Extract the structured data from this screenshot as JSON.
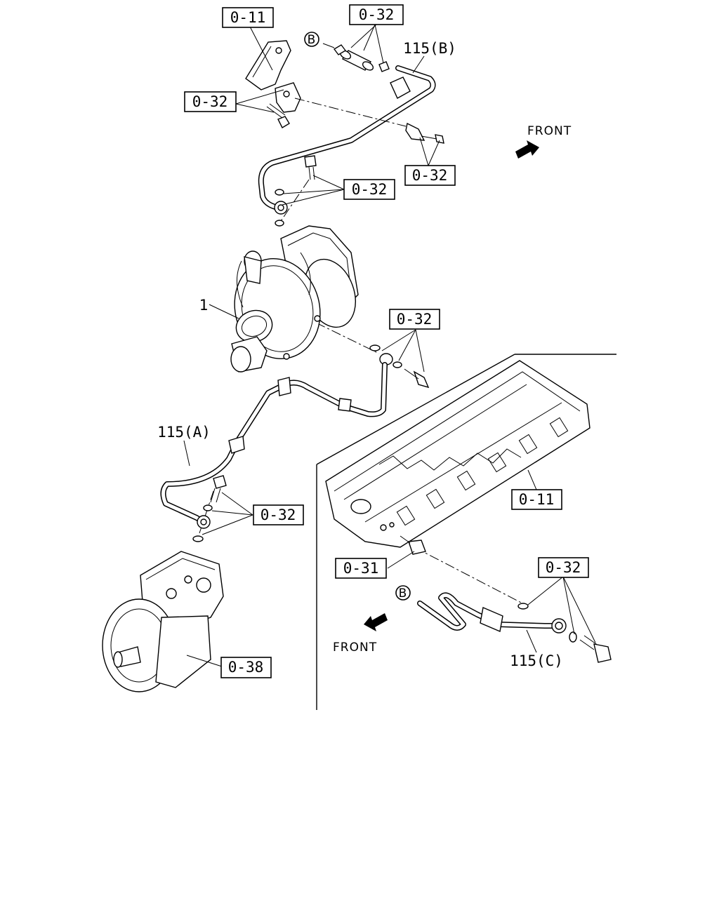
{
  "diagram": {
    "callouts": {
      "ref_0_11_top": "0-11",
      "ref_0_32_top": "0-32",
      "ref_115_b": "115(B)",
      "ref_0_32_bracket": "0-32",
      "ref_0_32_right": "0-32",
      "ref_0_32_mid": "0-32",
      "ref_1": "1",
      "ref_0_32_turbo": "0-32",
      "ref_115_a": "115(A)",
      "ref_0_32_lower": "0-32",
      "ref_0_11_head": "0-11",
      "ref_0_31": "0-31",
      "ref_0_32_bottom": "0-32",
      "ref_0_38": "0-38",
      "ref_115_c": "115(C)"
    },
    "markers": {
      "b_top": "B",
      "b_bottom": "B"
    },
    "direction": {
      "front_top": "FRONT",
      "front_bottom": "FRONT"
    }
  }
}
